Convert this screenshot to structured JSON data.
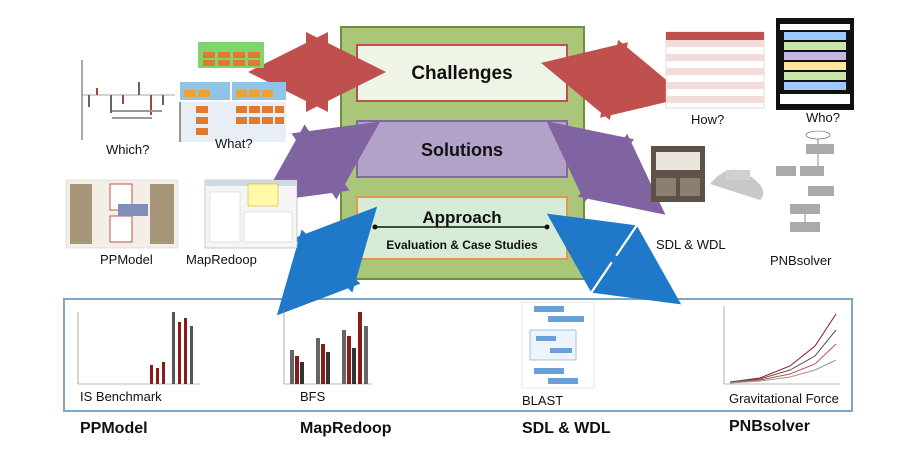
{
  "center": {
    "challenges": "Challenges",
    "solutions": "Solutions",
    "approach_title": "Approach",
    "approach_sub": "Evaluation & Case Studies"
  },
  "top_left_labels": {
    "which": "Which?",
    "what": "What?"
  },
  "top_right_labels": {
    "how": "How?",
    "who": "Who?"
  },
  "mid_left_labels": {
    "ppmodel": "PPModel",
    "mapredoop": "MapRedoop"
  },
  "mid_right_labels": {
    "sdl_wdl": "SDL & WDL",
    "pnbsolver": "PNBsolver"
  },
  "bottom_thumbs": {
    "is_benchmark": "IS Benchmark",
    "bfs": "BFS",
    "blast": "BLAST",
    "gravitational": "Gravitational Force"
  },
  "bottom_labels": {
    "ppmodel": "PPModel",
    "mapredoop": "MapRedoop",
    "sdl_wdl": "SDL & WDL",
    "pnbsolver": "PNBsolver"
  },
  "colors": {
    "center_panel": "#a9c679",
    "challenges_arrow": "#c0504d",
    "solutions_arrow": "#8064a2",
    "approach_arrow": "#1f78c8"
  }
}
